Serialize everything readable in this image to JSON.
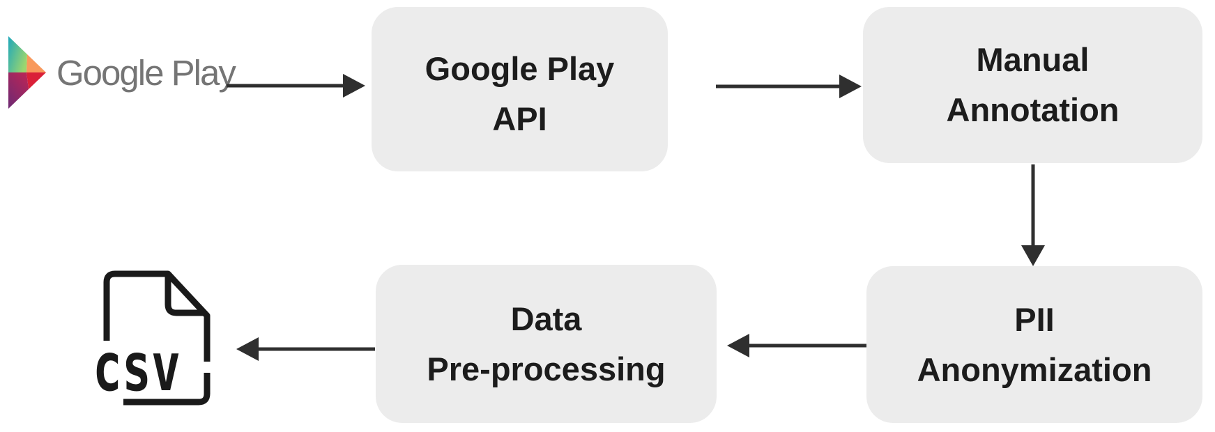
{
  "diagram_title": "Dataset collection pipeline flowchart",
  "colors": {
    "background": "#ffffff",
    "box_fill": "#ececec",
    "label_text": "#1c1c1c",
    "arrow": "#2f2f2f",
    "logo_text": "#757575",
    "csv_icon": "#1a1a1a",
    "play_teal": "#1fa8bb",
    "play_green": "#9bd66e",
    "play_orange": "#f8995c",
    "play_red": "#da2038",
    "play_crimson": "#b52558",
    "play_purple": "#6c2a74"
  },
  "nodes": {
    "google_play_logo": {
      "text": "Google Play",
      "icon": "google-play-triangle-icon"
    },
    "api_box": {
      "line1": "Google Play",
      "line2": "API"
    },
    "manual_box": {
      "line1": "Manual",
      "line2": "Annotation"
    },
    "pii_box": {
      "line1": "PII",
      "line2": "Anonymization"
    },
    "data_box": {
      "line1": "Data",
      "line2": "Pre-processing"
    },
    "csv_file": {
      "label": "csv",
      "icon": "csv-file-icon"
    }
  },
  "arrows": [
    {
      "from": "google-play-logo",
      "to": "google-play-api-node",
      "direction": "right"
    },
    {
      "from": "google-play-api-node",
      "to": "manual-annotation-node",
      "direction": "right"
    },
    {
      "from": "manual-annotation-node",
      "to": "pii-anonymization-node",
      "direction": "down"
    },
    {
      "from": "pii-anonymization-node",
      "to": "data-pre-processing-node",
      "direction": "left"
    },
    {
      "from": "data-pre-processing-node",
      "to": "csv-file-icon",
      "direction": "left"
    }
  ]
}
